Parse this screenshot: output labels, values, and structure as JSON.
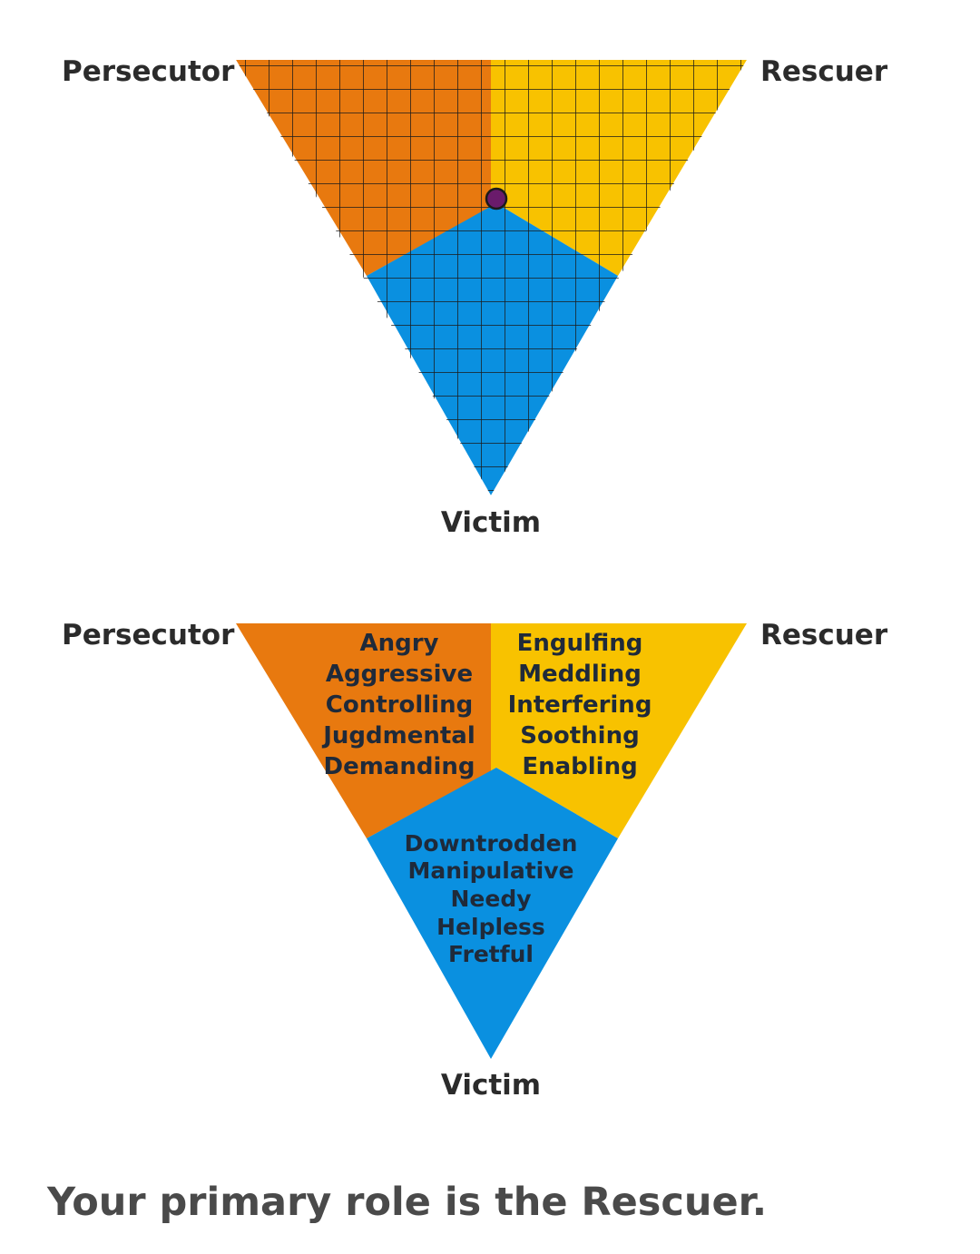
{
  "colors": {
    "persecutor": "#E8790F",
    "rescuer": "#F8C200",
    "victim": "#0A90E0",
    "marker": "#6A1B6B",
    "grid": "#1b1b1b"
  },
  "top_triangle": {
    "labels": {
      "persecutor": "Persecutor",
      "rescuer": "Rescuer",
      "victim": "Victim"
    }
  },
  "bottom_triangle": {
    "labels": {
      "persecutor": "Persecutor",
      "rescuer": "Rescuer",
      "victim": "Victim"
    },
    "traits": {
      "persecutor": [
        "Angry",
        "Aggressive",
        "Controlling",
        "Jugdmental",
        "Demanding"
      ],
      "rescuer": [
        "Engulfing",
        "Meddling",
        "Interfering",
        "Soothing",
        "Enabling"
      ],
      "victim": [
        "Downtrodden",
        "Manipulative",
        "Needy",
        "Helpless",
        "Fretful"
      ]
    }
  },
  "result_text": "Your primary role is the Rescuer."
}
